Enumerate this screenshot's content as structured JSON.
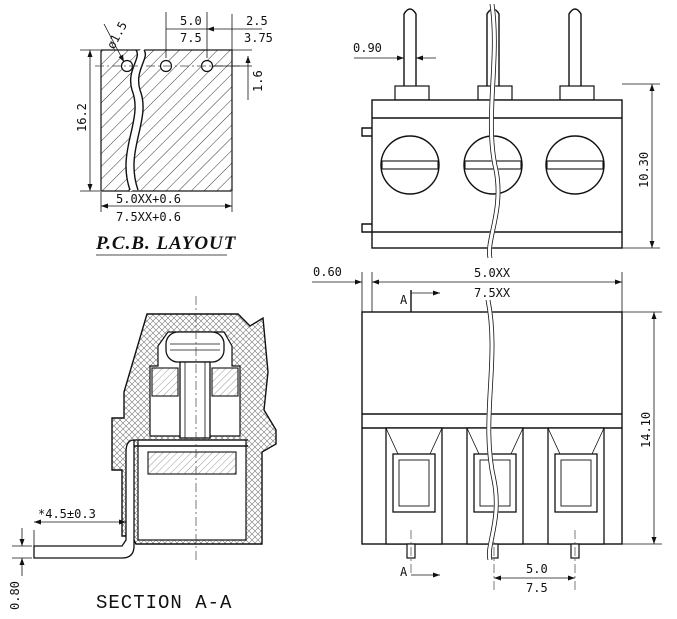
{
  "pcb_layout": {
    "title": "P.C.B. LAYOUT",
    "hole_dia": "ø1.5",
    "pitch_small": "5.0",
    "pitch_large": "7.5",
    "half_pitch_small": "2.5",
    "half_pitch_large": "3.75",
    "height": "16.2",
    "offset": "1.6",
    "width_small": "5.0XX+0.6",
    "width_large": "7.5XX+0.6"
  },
  "top_view": {
    "pin_width": "0.90",
    "height": "10.30"
  },
  "front_view": {
    "edge_offset": "0.60",
    "width_small": "5.0XX",
    "width_large": "7.5XX",
    "section_marker_top": "A",
    "section_marker_bottom": "A",
    "height": "14.10",
    "pitch_small": "5.0",
    "pitch_large": "7.5"
  },
  "section_view": {
    "title": "SECTION A-A",
    "pin_length": "*4.5±0.3",
    "pin_thickness": "0.80"
  },
  "colors": {
    "line": "#111111",
    "background": "#ffffff"
  }
}
